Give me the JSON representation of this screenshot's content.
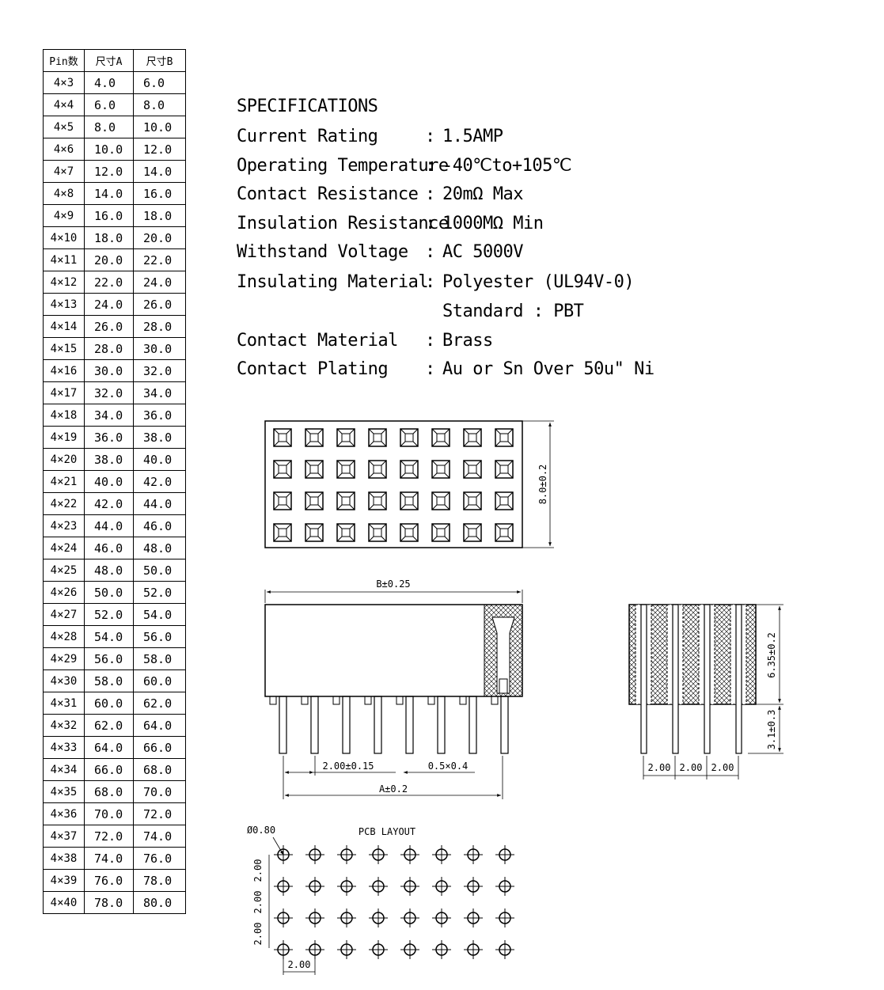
{
  "table": {
    "headers": [
      "Pin数",
      "尺寸A",
      "尺寸B"
    ],
    "rows": [
      [
        "4×3",
        "4.0",
        "6.0"
      ],
      [
        "4×4",
        "6.0",
        "8.0"
      ],
      [
        "4×5",
        "8.0",
        "10.0"
      ],
      [
        "4×6",
        "10.0",
        "12.0"
      ],
      [
        "4×7",
        "12.0",
        "14.0"
      ],
      [
        "4×8",
        "14.0",
        "16.0"
      ],
      [
        "4×9",
        "16.0",
        "18.0"
      ],
      [
        "4×10",
        "18.0",
        "20.0"
      ],
      [
        "4×11",
        "20.0",
        "22.0"
      ],
      [
        "4×12",
        "22.0",
        "24.0"
      ],
      [
        "4×13",
        "24.0",
        "26.0"
      ],
      [
        "4×14",
        "26.0",
        "28.0"
      ],
      [
        "4×15",
        "28.0",
        "30.0"
      ],
      [
        "4×16",
        "30.0",
        "32.0"
      ],
      [
        "4×17",
        "32.0",
        "34.0"
      ],
      [
        "4×18",
        "34.0",
        "36.0"
      ],
      [
        "4×19",
        "36.0",
        "38.0"
      ],
      [
        "4×20",
        "38.0",
        "40.0"
      ],
      [
        "4×21",
        "40.0",
        "42.0"
      ],
      [
        "4×22",
        "42.0",
        "44.0"
      ],
      [
        "4×23",
        "44.0",
        "46.0"
      ],
      [
        "4×24",
        "46.0",
        "48.0"
      ],
      [
        "4×25",
        "48.0",
        "50.0"
      ],
      [
        "4×26",
        "50.0",
        "52.0"
      ],
      [
        "4×27",
        "52.0",
        "54.0"
      ],
      [
        "4×28",
        "54.0",
        "56.0"
      ],
      [
        "4×29",
        "56.0",
        "58.0"
      ],
      [
        "4×30",
        "58.0",
        "60.0"
      ],
      [
        "4×31",
        "60.0",
        "62.0"
      ],
      [
        "4×32",
        "62.0",
        "64.0"
      ],
      [
        "4×33",
        "64.0",
        "66.0"
      ],
      [
        "4×34",
        "66.0",
        "68.0"
      ],
      [
        "4×35",
        "68.0",
        "70.0"
      ],
      [
        "4×36",
        "70.0",
        "72.0"
      ],
      [
        "4×37",
        "72.0",
        "74.0"
      ],
      [
        "4×38",
        "74.0",
        "76.0"
      ],
      [
        "4×39",
        "76.0",
        "78.0"
      ],
      [
        "4×40",
        "78.0",
        "80.0"
      ]
    ]
  },
  "specs": {
    "title": "SPECIFICATIONS",
    "separator": ":",
    "items": [
      {
        "label": "Current Rating",
        "value": "1.5AMP"
      },
      {
        "label": "Operating Temperature",
        "value": "-40℃to+105℃"
      },
      {
        "label": "Contact Resistance",
        "value": "20mΩ Max"
      },
      {
        "label": "Insulation Resistance",
        "value": "1000MΩ Min"
      },
      {
        "label": "Withstand Voltage",
        "value": "AC 5000V"
      },
      {
        "label": "Insulating Material",
        "value": "Polyester (UL94V-0)"
      },
      {
        "label": "",
        "value": "Standard : PBT"
      },
      {
        "label": "Contact Material",
        "value": "Brass"
      },
      {
        "label": "Contact Plating",
        "value": "Au or Sn Over 50u\" Ni"
      }
    ]
  },
  "dimensions": {
    "height_top": "8.0±0.2",
    "length_b": "B±0.25",
    "pitch": "2.00±0.15",
    "pin_size": "0.5×0.4",
    "length_a": "A±0.2",
    "height_side": "6.35±0.2",
    "pin_length": "3.1±0.3",
    "side_pitch": [
      "2.00",
      "2.00",
      "2.00"
    ],
    "hole_dia": "Ø0.80",
    "pcb_title": "PCB LAYOUT",
    "pcb_pitch_v": [
      "2.00",
      "2.00",
      "2.00"
    ],
    "pcb_pitch_h": "2.00"
  },
  "colors": {
    "ink": "#000000",
    "background": "#ffffff"
  }
}
